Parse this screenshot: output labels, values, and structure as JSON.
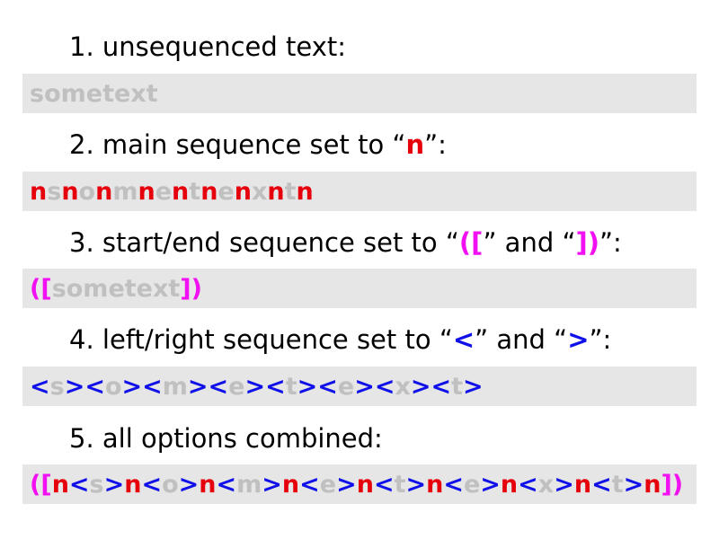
{
  "colors": {
    "text": "#c0c0c0",
    "main": "#e6000c",
    "start_end": "#f20ff2",
    "left_right": "#1010e8",
    "box": "#e6e6e6"
  },
  "sections": [
    {
      "heading": [
        {
          "t": "1. unsequenced text:"
        }
      ],
      "sequence": [
        {
          "t": "sometext",
          "c": "text"
        }
      ]
    },
    {
      "heading": [
        {
          "t": "2. main sequence set to “"
        },
        {
          "t": "n",
          "c": "main"
        },
        {
          "t": "”:"
        }
      ],
      "sequence": [
        {
          "t": "n",
          "c": "main"
        },
        {
          "t": "s",
          "c": "text"
        },
        {
          "t": "n",
          "c": "main"
        },
        {
          "t": "o",
          "c": "text"
        },
        {
          "t": "n",
          "c": "main"
        },
        {
          "t": "m",
          "c": "text"
        },
        {
          "t": "n",
          "c": "main"
        },
        {
          "t": "e",
          "c": "text"
        },
        {
          "t": "n",
          "c": "main"
        },
        {
          "t": "t",
          "c": "text"
        },
        {
          "t": "n",
          "c": "main"
        },
        {
          "t": "e",
          "c": "text"
        },
        {
          "t": "n",
          "c": "main"
        },
        {
          "t": "x",
          "c": "text"
        },
        {
          "t": "n",
          "c": "main"
        },
        {
          "t": "t",
          "c": "text"
        },
        {
          "t": "n",
          "c": "main"
        }
      ]
    },
    {
      "heading": [
        {
          "t": "3. start/end sequence set to “"
        },
        {
          "t": "([",
          "c": "start_end"
        },
        {
          "t": "” and “"
        },
        {
          "t": "])",
          "c": "start_end"
        },
        {
          "t": "”:"
        }
      ],
      "sequence": [
        {
          "t": "([",
          "c": "start_end"
        },
        {
          "t": "sometext",
          "c": "text"
        },
        {
          "t": "])",
          "c": "start_end"
        }
      ]
    },
    {
      "heading": [
        {
          "t": "4. left/right sequence set to “"
        },
        {
          "t": "<",
          "c": "left_right"
        },
        {
          "t": "” and “"
        },
        {
          "t": ">",
          "c": "left_right"
        },
        {
          "t": "”:"
        }
      ],
      "sequence": [
        {
          "t": "<",
          "c": "left_right"
        },
        {
          "t": "s",
          "c": "text"
        },
        {
          "t": "><",
          "c": "left_right"
        },
        {
          "t": "o",
          "c": "text"
        },
        {
          "t": "><",
          "c": "left_right"
        },
        {
          "t": "m",
          "c": "text"
        },
        {
          "t": "><",
          "c": "left_right"
        },
        {
          "t": "e",
          "c": "text"
        },
        {
          "t": "><",
          "c": "left_right"
        },
        {
          "t": "t",
          "c": "text"
        },
        {
          "t": "><",
          "c": "left_right"
        },
        {
          "t": "e",
          "c": "text"
        },
        {
          "t": "><",
          "c": "left_right"
        },
        {
          "t": "x",
          "c": "text"
        },
        {
          "t": "><",
          "c": "left_right"
        },
        {
          "t": "t",
          "c": "text"
        },
        {
          "t": ">",
          "c": "left_right"
        }
      ]
    },
    {
      "heading": [
        {
          "t": "5. all options combined:"
        }
      ],
      "sequence": [
        {
          "t": "([",
          "c": "start_end"
        },
        {
          "t": "n",
          "c": "main"
        },
        {
          "t": "<",
          "c": "left_right"
        },
        {
          "t": "s",
          "c": "text"
        },
        {
          "t": ">",
          "c": "left_right"
        },
        {
          "t": "n",
          "c": "main"
        },
        {
          "t": "<",
          "c": "left_right"
        },
        {
          "t": "o",
          "c": "text"
        },
        {
          "t": ">",
          "c": "left_right"
        },
        {
          "t": "n",
          "c": "main"
        },
        {
          "t": "<",
          "c": "left_right"
        },
        {
          "t": "m",
          "c": "text"
        },
        {
          "t": ">",
          "c": "left_right"
        },
        {
          "t": "n",
          "c": "main"
        },
        {
          "t": "<",
          "c": "left_right"
        },
        {
          "t": "e",
          "c": "text"
        },
        {
          "t": ">",
          "c": "left_right"
        },
        {
          "t": "n",
          "c": "main"
        },
        {
          "t": "<",
          "c": "left_right"
        },
        {
          "t": "t",
          "c": "text"
        },
        {
          "t": ">",
          "c": "left_right"
        },
        {
          "t": "n",
          "c": "main"
        },
        {
          "t": "<",
          "c": "left_right"
        },
        {
          "t": "e",
          "c": "text"
        },
        {
          "t": ">",
          "c": "left_right"
        },
        {
          "t": "n",
          "c": "main"
        },
        {
          "t": "<",
          "c": "left_right"
        },
        {
          "t": "x",
          "c": "text"
        },
        {
          "t": ">",
          "c": "left_right"
        },
        {
          "t": "n",
          "c": "main"
        },
        {
          "t": "<",
          "c": "left_right"
        },
        {
          "t": "t",
          "c": "text"
        },
        {
          "t": ">",
          "c": "left_right"
        },
        {
          "t": "n",
          "c": "main"
        },
        {
          "t": "])",
          "c": "start_end"
        }
      ]
    }
  ]
}
